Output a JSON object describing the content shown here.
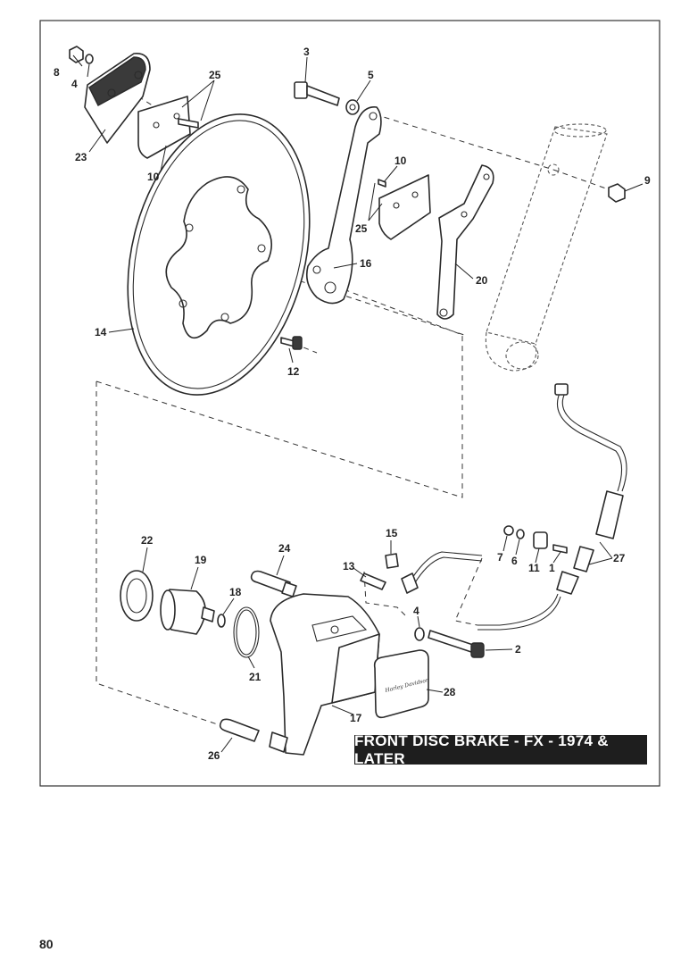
{
  "title": "FRONT DISC BRAKE - FX - 1974 & LATER",
  "page_number": "80",
  "callouts": {
    "c1": "1",
    "c2": "2",
    "c3": "3",
    "c4a": "4",
    "c4b": "4",
    "c5": "5",
    "c6": "6",
    "c7": "7",
    "c8": "8",
    "c9": "9",
    "c10a": "10",
    "c10b": "10",
    "c11": "11",
    "c12": "12",
    "c13": "13",
    "c14": "14",
    "c15": "15",
    "c16": "16",
    "c17": "17",
    "c18": "18",
    "c19": "19",
    "c20": "20",
    "c21": "21",
    "c22": "22",
    "c23": "23",
    "c24": "24",
    "c25a": "25",
    "c25b": "25",
    "c26": "26",
    "c27": "27",
    "c28": "28"
  },
  "plate_text": "Harley Davidson"
}
